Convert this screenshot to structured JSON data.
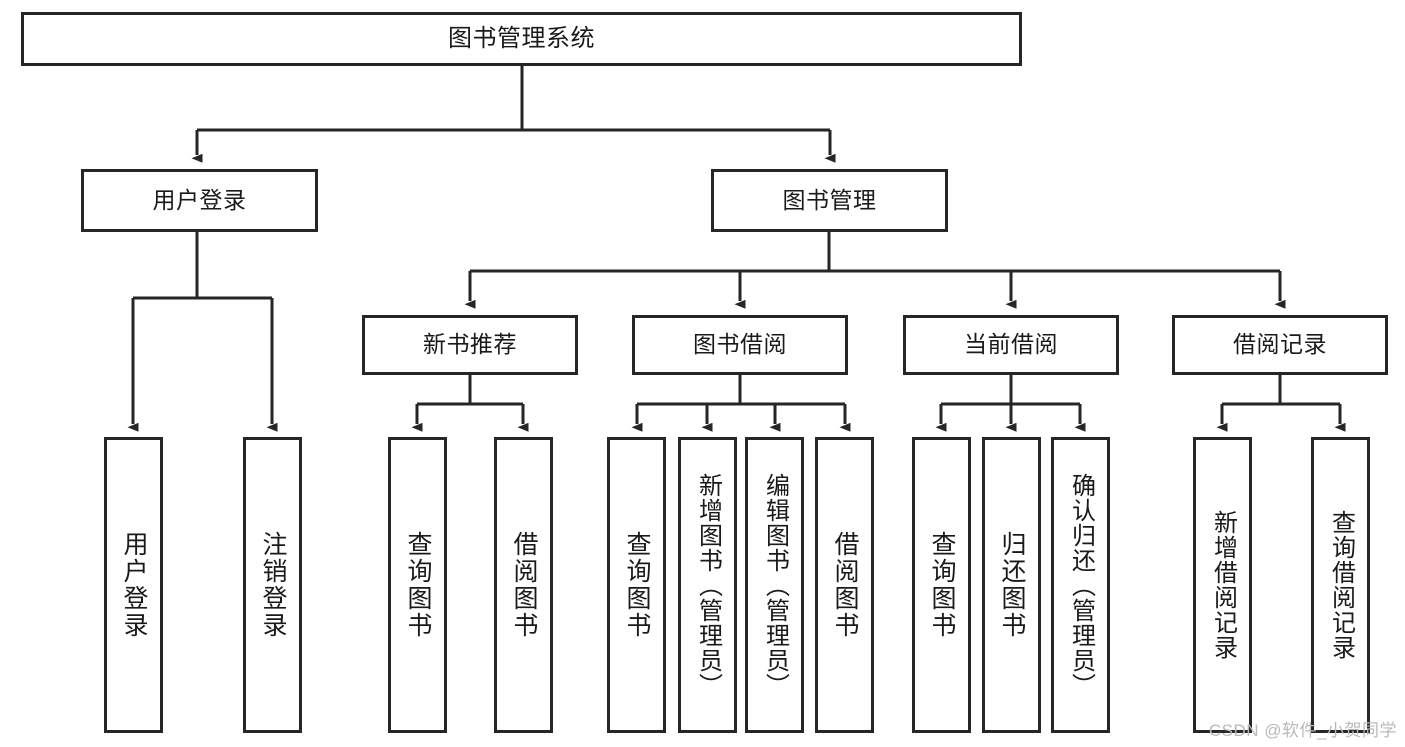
{
  "diagram": {
    "title": "图书管理系统",
    "type": "tree",
    "colors": {
      "box_border": "#262626",
      "box_fill": "#ffffff",
      "edge": "#262626",
      "text": "#1a1a1a",
      "watermark": "#b9b9b9",
      "background": "#ffffff"
    },
    "root": {
      "label": "图书管理系统"
    },
    "level2": [
      {
        "label": "用户登录"
      },
      {
        "label": "图书管理"
      }
    ],
    "level3": [
      {
        "label": "新书推荐"
      },
      {
        "label": "图书借阅"
      },
      {
        "label": "当前借阅"
      },
      {
        "label": "借阅记录"
      }
    ],
    "leaves": {
      "user_login": [
        {
          "label": "用户登录"
        },
        {
          "label": "注销登录"
        }
      ],
      "new_book_recommend": [
        {
          "label": "查询图书"
        },
        {
          "label": "借阅图书"
        }
      ],
      "book_borrow": [
        {
          "label": "查询图书"
        },
        {
          "label": "新增图书（管理员）"
        },
        {
          "label": "编辑图书（管理员）"
        },
        {
          "label": "借阅图书"
        }
      ],
      "current_borrow": [
        {
          "label": "查询图书"
        },
        {
          "label": "归还图书"
        },
        {
          "label": "确认归还（管理员）"
        }
      ],
      "borrow_record": [
        {
          "label": "新增借阅记录"
        },
        {
          "label": "查询借阅记录"
        }
      ]
    },
    "watermark": "CSDN @软件_小贺同学"
  }
}
